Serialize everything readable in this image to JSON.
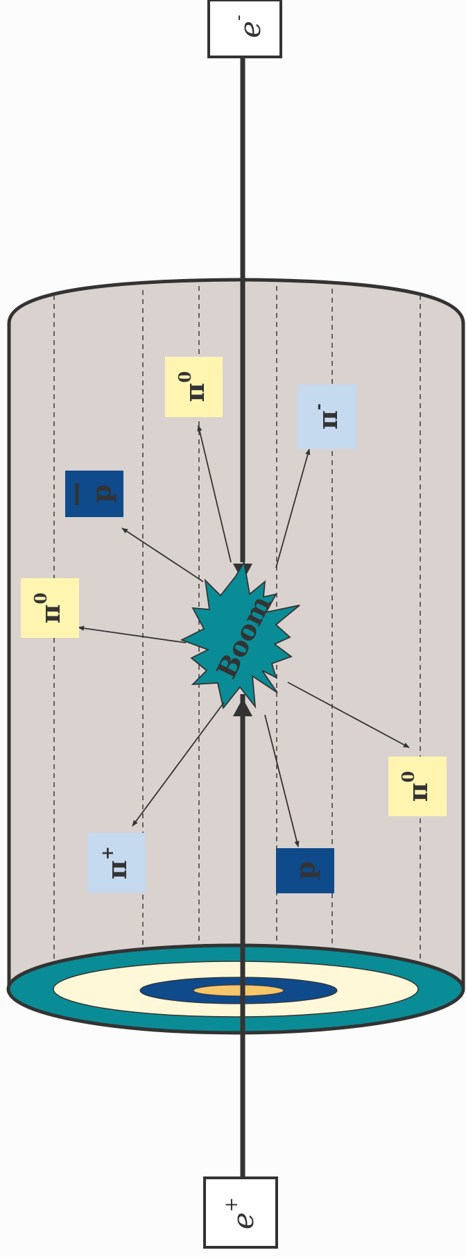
{
  "beam": {
    "electron": "e",
    "electron_sup": "-",
    "positron": "e",
    "positron_sup": "+"
  },
  "collision": {
    "label": "Boom"
  },
  "particles": [
    {
      "name": "pi0-top",
      "base": "π",
      "sup": "0"
    },
    {
      "name": "pi-minus",
      "base": "π",
      "sup": "-"
    },
    {
      "name": "antiproton",
      "base": "p",
      "sup": ""
    },
    {
      "name": "pi0-left",
      "base": "π",
      "sup": "0"
    },
    {
      "name": "pi0-right",
      "base": "π",
      "sup": "0"
    },
    {
      "name": "pi-plus",
      "base": "π",
      "sup": "+"
    },
    {
      "name": "proton",
      "base": "p",
      "sup": ""
    }
  ],
  "colors": {
    "background": "#fcfcfc",
    "cylinder_fill": "#d9d2cf",
    "outline": "#333333",
    "teal": "#0a8c96",
    "cream": "#fff8d8",
    "dark_blue": "#0f4a8a",
    "gold": "#f5c66a",
    "yellow_box": "#fff5b0",
    "light_blue_box": "#c5d9ef"
  }
}
